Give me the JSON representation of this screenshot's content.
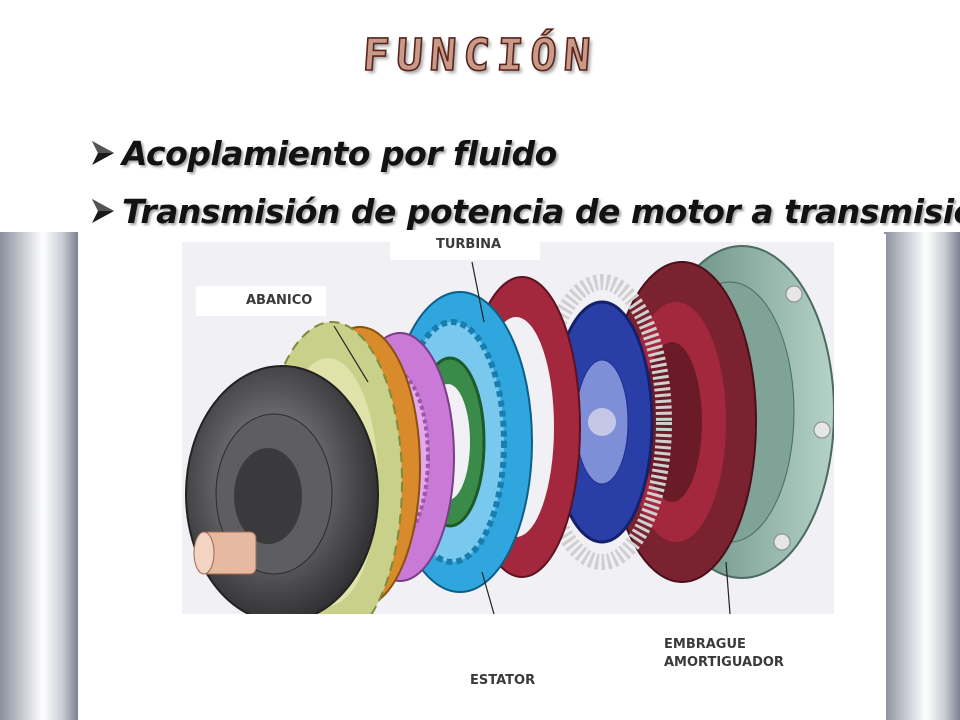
{
  "slide": {
    "title": "FUNCIÓN",
    "bullets": [
      {
        "text": "Acoplamiento por fluido",
        "suffix": ""
      },
      {
        "text": "Transmisión de potencia de motor a transmisión",
        "suffix": "."
      }
    ]
  },
  "figure": {
    "labels": {
      "turbina": "TURBINA",
      "abanico": "ABANICO",
      "embrague_line1": "EMBRAGUE",
      "embrague_line2": "AMORTIGUADOR",
      "estator": "ESTATOR"
    },
    "colors": {
      "tire": "#4a4a4c",
      "fan": "#c8d08a",
      "impeller_ring": "#d98a2b",
      "stator": "#c97ad6",
      "turbine": "#2fa6dd",
      "red_disc": "#a3283d",
      "damper": "#1e2f8e",
      "spring": "#cfcfcf",
      "cover": "#8fb5a8"
    }
  }
}
